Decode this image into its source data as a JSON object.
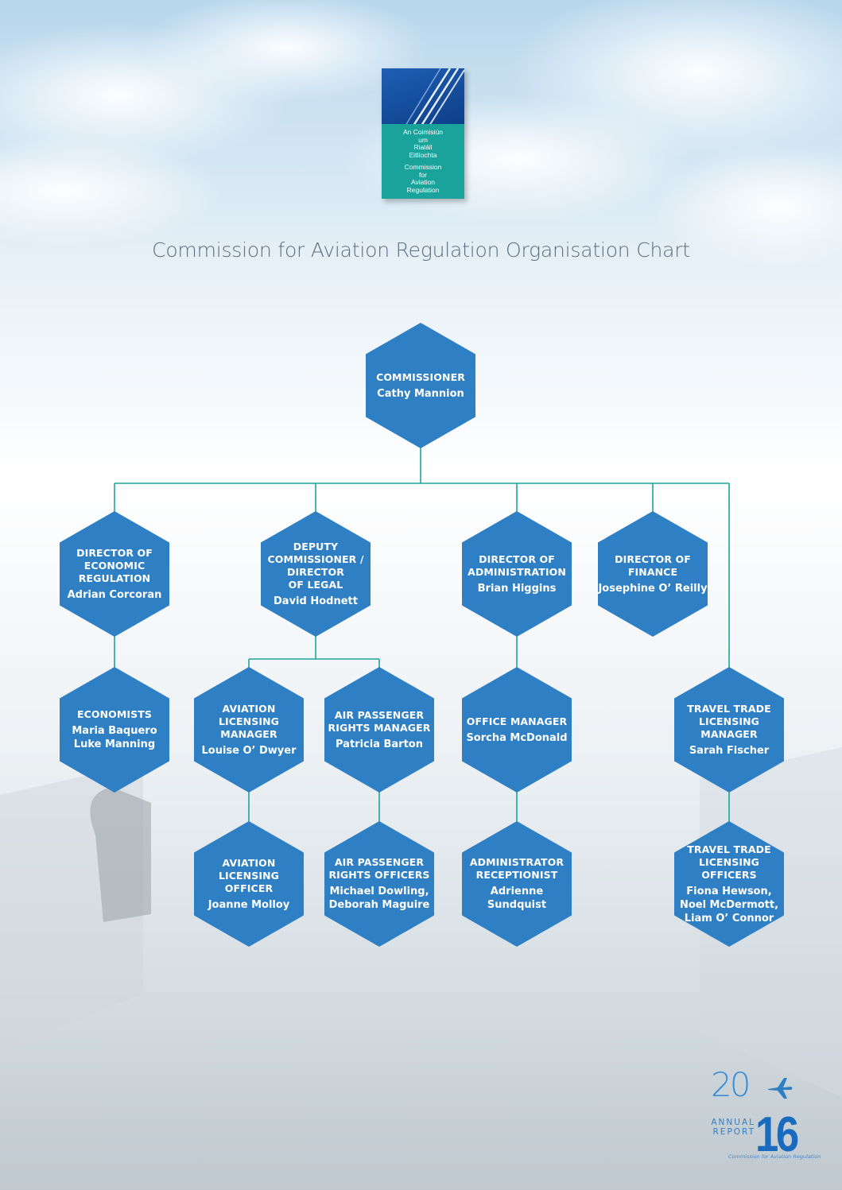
{
  "logo": {
    "irish": "An Coimisiún\num\nRialáil\nEitlíochta",
    "english": "Commission\nfor\nAviation\nRegulation"
  },
  "title": "Commission for Aviation Regulation Organisation Chart",
  "colors": {
    "hex_fill": "#2f7fc4",
    "connector": "#1fa39a",
    "title": "#5b6d7e",
    "badge_blue": "#1a6bbd"
  },
  "nodes": {
    "commissioner": {
      "role": "COMMISSIONER",
      "names": [
        "Cathy Mannion"
      ]
    },
    "director_economic": {
      "role": "DIRECTOR OF\nECONOMIC\nREGULATION",
      "names": [
        "Adrian Corcoran"
      ]
    },
    "deputy_commissioner": {
      "role": "DEPUTY\nCOMMISSIONER /\nDIRECTOR\nOF LEGAL",
      "names": [
        "David Hodnett"
      ]
    },
    "director_administration": {
      "role": "DIRECTOR OF\nADMINISTRATION",
      "names": [
        "Brian Higgins"
      ]
    },
    "director_finance": {
      "role": "DIRECTOR OF\nFINANCE",
      "names": [
        "Josephine O’ Reilly"
      ]
    },
    "economists": {
      "role": "ECONOMISTS",
      "names": [
        "Maria Baquero",
        "Luke Manning"
      ]
    },
    "aviation_licensing_manager": {
      "role": "AVIATION\nLICENSING\nMANAGER",
      "names": [
        "Louise O’ Dwyer"
      ]
    },
    "air_passenger_manager": {
      "role": "AIR PASSENGER\nRIGHTS MANAGER",
      "names": [
        "Patricia Barton"
      ]
    },
    "office_manager": {
      "role": "OFFICE MANAGER",
      "names": [
        "Sorcha McDonald"
      ]
    },
    "travel_trade_manager": {
      "role": "TRAVEL TRADE\nLICENSING\nMANAGER",
      "names": [
        "Sarah Fischer"
      ]
    },
    "aviation_licensing_officer": {
      "role": "AVIATION\nLICENSING OFFICER",
      "names": [
        "Joanne Molloy"
      ]
    },
    "air_passenger_officers": {
      "role": "AIR PASSENGER\nRIGHTS OFFICERS",
      "names": [
        "Michael Dowling,",
        "Deborah Maguire"
      ]
    },
    "administrator_receptionist": {
      "role": "ADMINISTRATOR\nRECEPTIONIST",
      "names": [
        "Adrienne\nSundquist"
      ]
    },
    "travel_trade_officers": {
      "role": "TRAVEL TRADE\nLICENSING OFFICERS",
      "names": [
        "Fiona Hewson,",
        "Noel McDermott,",
        "Liam O’ Connor"
      ]
    }
  },
  "badge": {
    "year_top": "20",
    "year_bottom": "16",
    "annual": "ANNUAL",
    "report": "REPORT",
    "subtitle": "Commission for Aviation Regulation"
  }
}
